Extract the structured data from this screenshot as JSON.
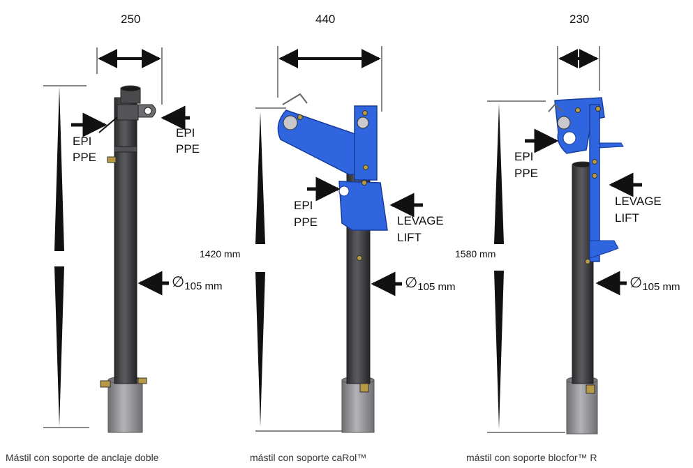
{
  "masts": [
    {
      "width_label": "250",
      "left_label": [
        "EPI",
        "PPE"
      ],
      "right_label": [
        "EPI",
        "PPE"
      ],
      "diameter_label": "105 mm",
      "caption": "Mástil con soporte de anclaje doble"
    },
    {
      "width_label": "440",
      "height_label": "1420 mm",
      "epi_label": [
        "EPI",
        "PPE"
      ],
      "lift_label": [
        "LEVAGE",
        "LIFT"
      ],
      "diameter_label": "105 mm",
      "caption": "mástil con soporte caRol™"
    },
    {
      "width_label": "230",
      "height_label": "1580 mm",
      "epi_label": [
        "EPI",
        "PPE"
      ],
      "lift_label": [
        "LEVAGE",
        "LIFT"
      ],
      "diameter_label": "105 mm",
      "caption": "mástil con soporte blocfor™ R"
    }
  ],
  "diameter_symbol": "∅",
  "colors": {
    "pole": "#3d3d3f",
    "pole_highlight": "#6a6a6d",
    "sleeve": "#8f8f92",
    "bracket_blue": "#2f66e0",
    "bracket_edge": "#163c9a",
    "line": "#111111",
    "brass": "#b89a45"
  }
}
